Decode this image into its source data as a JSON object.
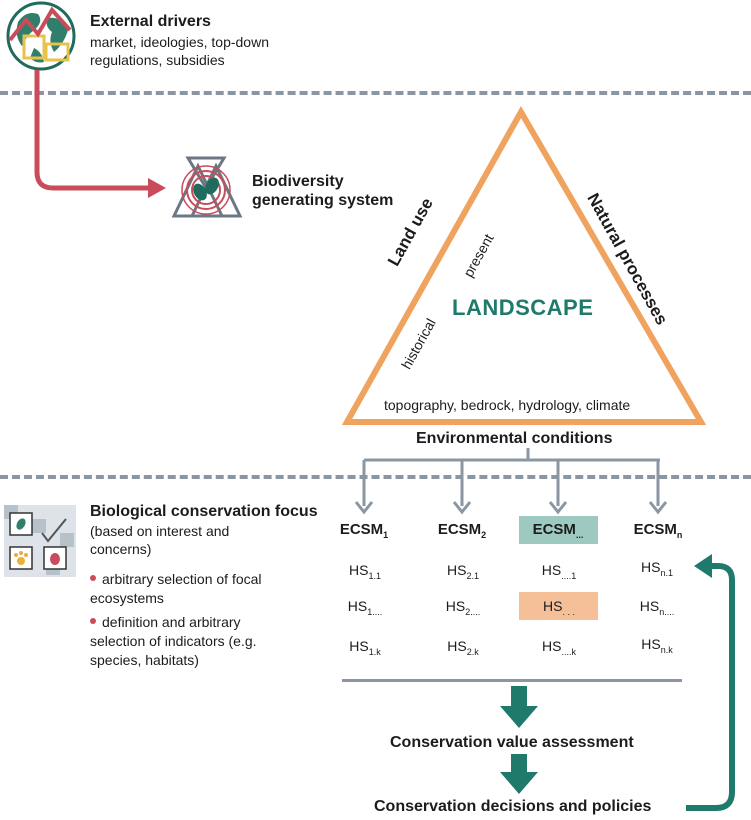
{
  "external": {
    "title": "External drivers",
    "line1": "market, ideologies, top-down",
    "line2": "regulations, subsidies"
  },
  "biodiversity": {
    "line1": "Biodiversity",
    "line2": "generating system"
  },
  "landscape": {
    "center": "LANDSCAPE",
    "left_side": "Land use",
    "present": "present",
    "historical": "historical",
    "right_side": "Natural processes",
    "bottom": "topography, bedrock, hydrology, climate"
  },
  "env_conditions": "Environmental conditions",
  "focus": {
    "title": "Biological conservation focus",
    "line1": "(based on interest and",
    "line2": "concerns)",
    "b1_line1": "arbitrary selection of focal",
    "b1_line2": "ecosystems",
    "b2_line1": "definition and arbitrary",
    "b2_line2": "selection of indicators (e.g.",
    "b2_line3": "species, habitats)"
  },
  "ecsm": [
    {
      "base": "ECSM",
      "sub": "1"
    },
    {
      "base": "ECSM",
      "sub": "2"
    },
    {
      "base": "ECSM",
      "sub": "..."
    },
    {
      "base": "ECSM",
      "sub": "n"
    }
  ],
  "hs": [
    [
      {
        "base": "HS",
        "sub": "1.1"
      },
      {
        "base": "HS",
        "sub": "1...."
      },
      {
        "base": "HS",
        "sub": "1.k"
      }
    ],
    [
      {
        "base": "HS",
        "sub": "2.1"
      },
      {
        "base": "HS",
        "sub": "2...."
      },
      {
        "base": "HS",
        "sub": "2.k"
      }
    ],
    [
      {
        "base": "HS",
        "sub": "....1"
      },
      {
        "base": "HS",
        "sub": ". . ."
      },
      {
        "base": "HS",
        "sub": "....k"
      }
    ],
    [
      {
        "base": "HS",
        "sub": "n.1"
      },
      {
        "base": "HS",
        "sub": "n...."
      },
      {
        "base": "HS",
        "sub": "n.k"
      }
    ]
  ],
  "assessment": "Conservation value assessment",
  "decisions": "Conservation decisions and policies",
  "colors": {
    "orange": "#f0a35e",
    "teal": "#1f7a6b",
    "red": "#c94c5a",
    "grey": "#8a97a3",
    "ecsm_highlight": "#9ec9c0",
    "hs_highlight": "#f5bf97"
  }
}
